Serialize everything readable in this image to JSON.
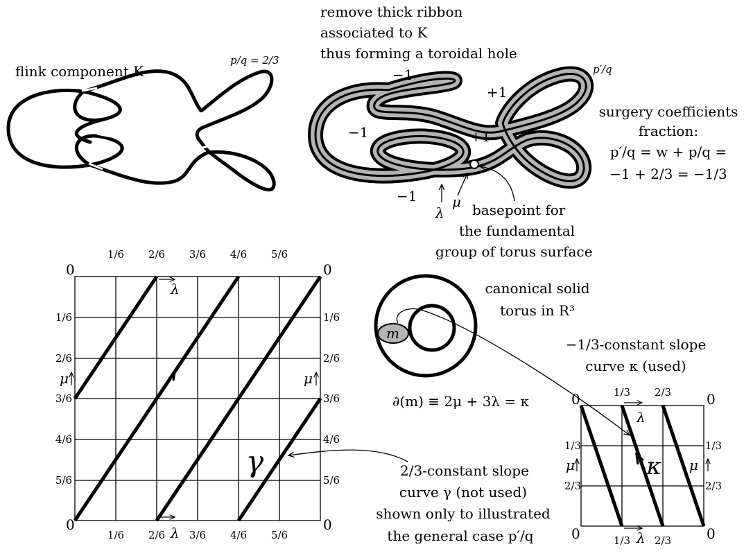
{
  "top_left": {
    "label": "flink component K",
    "fraction": "p/q = 2/3"
  },
  "top_middle": {
    "caption_lines": [
      "remove thick ribbon",
      "associated to K",
      "thus forming a toroidal hole"
    ],
    "fraction": "p′/q",
    "crossing_labels": [
      "−1",
      "+1",
      "−1",
      "+1",
      "−1"
    ],
    "lambda": "λ",
    "mu": "μ",
    "basepoint_lines": [
      "basepoint for",
      "the fundamental",
      "group of torus surface"
    ]
  },
  "surgery": {
    "lines": [
      "surgery coefficients",
      "fraction:",
      "p′/q = w + p/q =",
      "−1 + 2/3 = −1/3"
    ]
  },
  "torus": {
    "label_lines": [
      "canonical solid",
      "torus in R³"
    ],
    "disk_label": "m",
    "boundary_eq": "∂(m) ≡ 2μ + 3λ = κ"
  },
  "grid_left": {
    "corner_zero": "0",
    "top_ticks": [
      "1/6",
      "2/6",
      "3/6",
      "4/6",
      "5/6"
    ],
    "bottom_ticks": [
      "1/6",
      "2/6",
      "3/6",
      "4/6",
      "5/6"
    ],
    "side_ticks": [
      "1/6",
      "2/6",
      "3/6",
      "4/6",
      "5/6"
    ],
    "lambda": "λ",
    "mu": "μ",
    "curve_label": "γ"
  },
  "gamma_caption": {
    "lines": [
      "2/3-constant slope",
      "curve γ (not used)",
      "shown only to illustrated",
      "the general case p′/q"
    ]
  },
  "grid_right": {
    "caption_lines": [
      "−1/3-constant slope",
      "curve κ (used)"
    ],
    "corner_zero": "0",
    "top_ticks": [
      "1/3",
      "2/3"
    ],
    "bottom_ticks": [
      "1/3",
      "2/3"
    ],
    "side_ticks": [
      "1/3",
      "2/3"
    ],
    "lambda": "λ",
    "mu": "μ",
    "curve_label": "κ"
  }
}
